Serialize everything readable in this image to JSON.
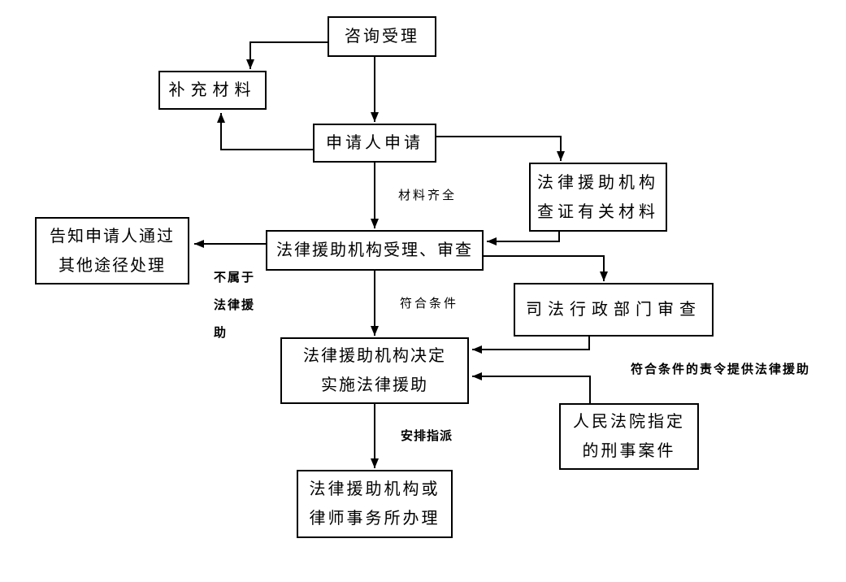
{
  "flowchart": {
    "background_color": "#ffffff",
    "line_color": "#000000",
    "nodes": {
      "consult": {
        "lines": [
          "咨询受理"
        ]
      },
      "supplement": {
        "lines": [
          "补充材料"
        ]
      },
      "apply": {
        "lines": [
          "申请人申请"
        ]
      },
      "verify": {
        "lines": [
          "法律援助机构",
          "查证有关材料"
        ]
      },
      "inform": {
        "lines": [
          "告知申请人通过",
          "其他途径处理"
        ]
      },
      "review": {
        "lines": [
          "法律援助机构受理、审查"
        ]
      },
      "judicial": {
        "lines": [
          "司法行政部门审查"
        ]
      },
      "decide": {
        "lines": [
          "法律援助机构决定",
          "实施法律援助"
        ]
      },
      "court": {
        "lines": [
          "人民法院指定",
          "的刑事案件"
        ]
      },
      "handle": {
        "lines": [
          "法律援助机构或",
          "律师事务所办理"
        ]
      }
    },
    "edge_labels": {
      "materials_complete": "材料齐全",
      "not_legal_aid": [
        "不属于",
        "法律援",
        "助"
      ],
      "meets_conditions": "符合条件",
      "ordered_to_provide": "符合条件的责令提供法律援助",
      "arrange_assignment": "安排指派"
    }
  }
}
